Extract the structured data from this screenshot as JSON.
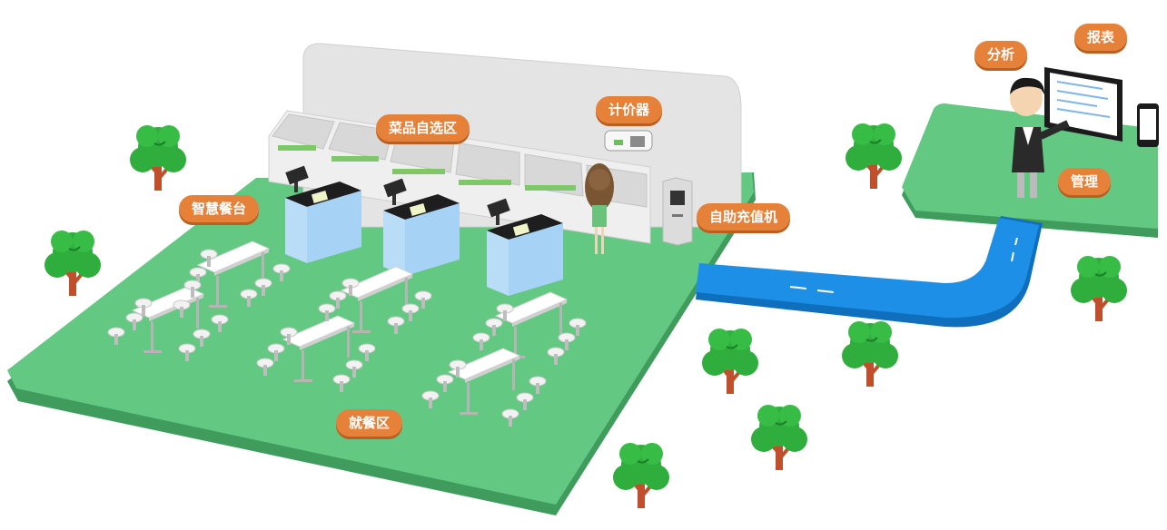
{
  "labels": {
    "dish_self_select": "菜品自选区",
    "pricer": "计价器",
    "smart_serving_counter": "智慧餐台",
    "self_recharge_machine": "自助充值机",
    "dining_area": "就餐区",
    "analysis": "分析",
    "report": "报表",
    "management": "管理"
  },
  "colors": {
    "grass": "#62c882",
    "grass_edge": "#3f9c5c",
    "road": "#1e8fe6",
    "label_bg": "#e6813a",
    "tree_leaf": "#2fae3d",
    "trunk": "#c0502b"
  }
}
